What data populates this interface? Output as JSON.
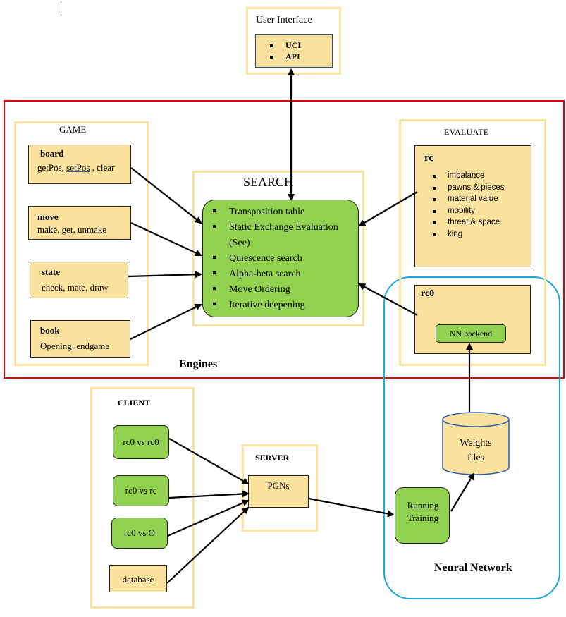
{
  "ui": {
    "title": "User Interface",
    "items": [
      "UCI",
      "API"
    ]
  },
  "engines": {
    "label": "Engines"
  },
  "game": {
    "title": "GAME",
    "board": {
      "name": "board",
      "text_a": "getPos, ",
      "text_b": "setPos",
      "text_c": " , clear"
    },
    "move": {
      "name": "move",
      "text": "make, get, unmake"
    },
    "state": {
      "name": "state",
      "text": "check, mate, draw"
    },
    "book": {
      "name": "book",
      "text": "Opening,  endgame"
    }
  },
  "search": {
    "title": "SEARCH",
    "items": [
      "Transposition table",
      "Static Exchange Evaluation (See)",
      "Quiescence search",
      "Alpha-beta search",
      "Move Ordering",
      "Iterative deepening"
    ]
  },
  "evaluate": {
    "title": "EVALUATE",
    "rc": {
      "name": "rc",
      "items": [
        "imbalance",
        "pawns & pieces",
        "material value",
        "mobility",
        "threat & space",
        "king"
      ]
    },
    "rc0": {
      "name": "rc0",
      "backend": "NN backend"
    }
  },
  "client": {
    "title": "CLIENT",
    "items": [
      "rc0 vs rc0",
      "rc0 vs rc",
      "rc0 vs O",
      "database"
    ]
  },
  "server": {
    "title": "SERVER",
    "pgns": "PGNs"
  },
  "neural": {
    "label": "Neural Network",
    "training": "Running Training",
    "weights": "Weights files"
  },
  "colors": {
    "yellow_fill": "#fbe29f",
    "green_fill": "#92d050",
    "engines_border": "#e00000",
    "neural_border": "#1aa6e0"
  }
}
